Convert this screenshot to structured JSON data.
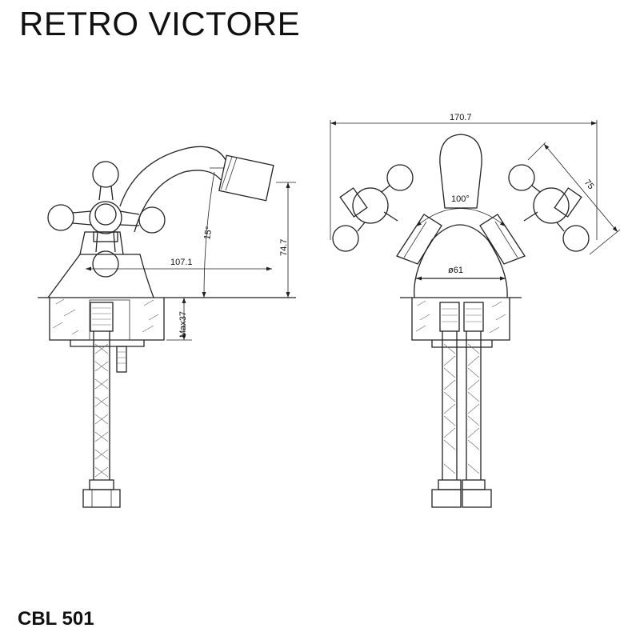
{
  "title": "RETRO VICTORE",
  "model": "CBL 501",
  "side_view": {
    "dim_reach": "107.1",
    "dim_height": "74.7",
    "dim_angle": "15°",
    "dim_max_thickness": "Max37"
  },
  "front_view": {
    "dim_width": "170.7",
    "dim_handle": "75",
    "dim_angle": "100°",
    "dim_base_diameter": "ø61"
  },
  "colors": {
    "line": "#222222",
    "background": "#ffffff"
  }
}
